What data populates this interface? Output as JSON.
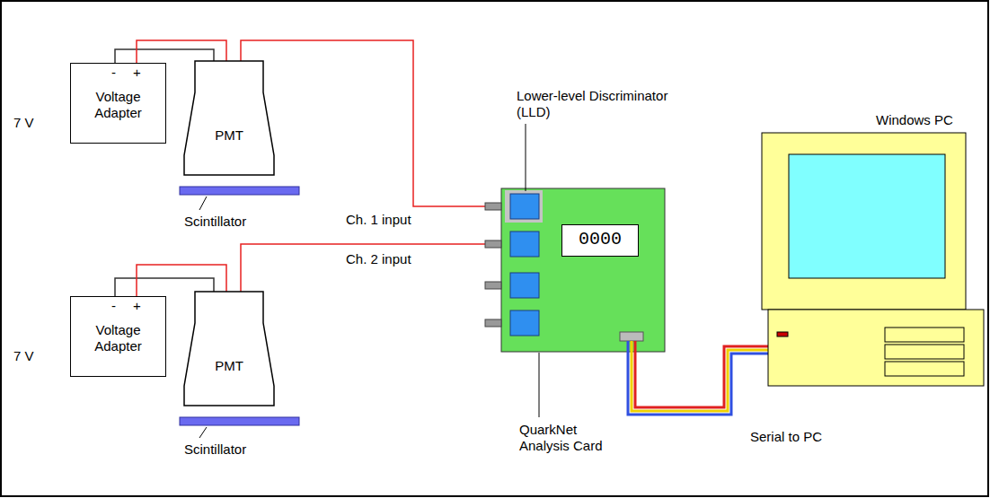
{
  "diagram": {
    "nodes": [
      {
        "text": [
          "Voltage Adapter"
        ]
      },
      {
        "text": [
          "PMT"
        ]
      },
      {
        "text": [
          "Voltage Adapter"
        ]
      },
      {
        "text": [
          "PMT"
        ]
      },
      {
        "text": [
          "0000"
        ]
      }
    ],
    "edges": [
      {
        "from": 0,
        "to": 1,
        "arrow": "none"
      },
      {
        "from": 0,
        "to": 1,
        "arrow": "none"
      },
      {
        "from": 2,
        "to": 3,
        "arrow": "none"
      },
      {
        "from": 2,
        "to": 3,
        "arrow": "none"
      }
    ],
    "labels": [
      "7 V",
      "-",
      "+",
      "Scintillator",
      "Ch. 1 input",
      "7 V",
      "-",
      "+",
      "Scintillator",
      "Ch. 2 input",
      "Lower-level Discriminator (LLD)",
      "QuarkNet Analysis Card",
      "Windows PC",
      "Serial to PC"
    ]
  }
}
